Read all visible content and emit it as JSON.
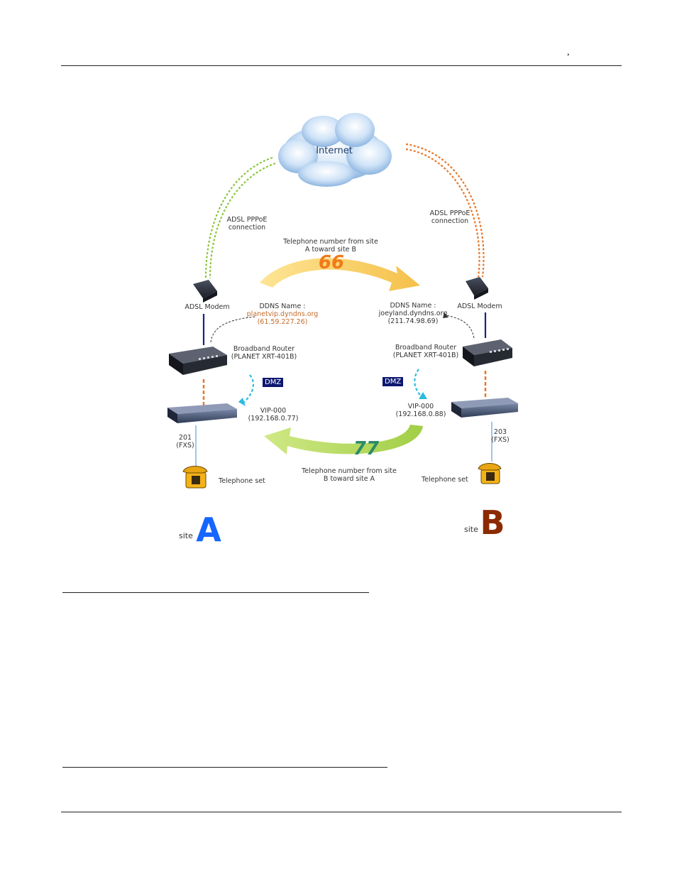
{
  "header": {
    "mark": ","
  },
  "diagram": {
    "cloud_label": "Internet",
    "adsl_left": [
      "ADSL PPPoE",
      "connection"
    ],
    "adsl_right": [
      "ADSL PPPoE",
      "connection"
    ],
    "arrow_top": {
      "text": [
        "Telephone number from site",
        "A toward site B"
      ],
      "number": "66"
    },
    "arrow_bottom": {
      "text": [
        "Telephone number from site",
        "B toward site A"
      ],
      "number": "77"
    },
    "site_a": {
      "modem": "ADSL Modem",
      "ddns_title": "DDNS Name :",
      "ddns_host": "planetvip.dyndns.org",
      "ddns_ip": "(61.59.227.26)",
      "router": [
        "Broadband Router",
        "(PLANET XRT-401B)"
      ],
      "dmz": "DMZ",
      "vip": [
        "VIP-000",
        "(192.168.0.77)"
      ],
      "port": [
        "201",
        "(FXS)"
      ],
      "phone": "Telephone set",
      "site_word": "site",
      "site_letter": "A"
    },
    "site_b": {
      "modem": "ADSL Modem",
      "ddns_title": "DDNS Name :",
      "ddns_host": "joeyland.dyndns.org",
      "ddns_ip": "(211.74.98.69)",
      "router": [
        "Broadband Router",
        "(PLANET XRT-401B)"
      ],
      "dmz": "DMZ",
      "vip": [
        "VIP-000",
        "(192.168.0.88)"
      ],
      "port": [
        "203",
        "(FXS)"
      ],
      "phone": "Telephone set",
      "site_word": "site",
      "site_letter": "B"
    },
    "colors": {
      "green_link": "#8cc63f",
      "orange_link": "#e8782a",
      "blue_link": "#1a237e",
      "arrow_yellow": "#f7c948",
      "arrow_green": "#8bc34a",
      "site_a": "#1565ff",
      "site_b": "#8b2a00",
      "dmz_bg": "#0e1870"
    }
  }
}
